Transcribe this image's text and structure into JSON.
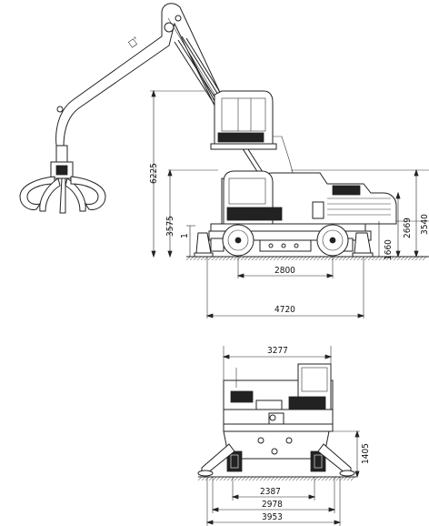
{
  "side_view": {
    "height_max": "6225",
    "height_cab_raised": "3575",
    "height_overall_right": "3540",
    "height_cab_right": "2669",
    "height_chassis": "1660",
    "ground_clearance": "1",
    "wheelbase": "2800",
    "outrigger_span": "4720"
  },
  "rear_view": {
    "width_upper": "3277",
    "height_chassis": "1405",
    "track_width": "2387",
    "outrigger_width_inner": "2978",
    "outrigger_width_outer": "3953"
  },
  "colors": {
    "line": "#222222",
    "background": "#ffffff"
  }
}
